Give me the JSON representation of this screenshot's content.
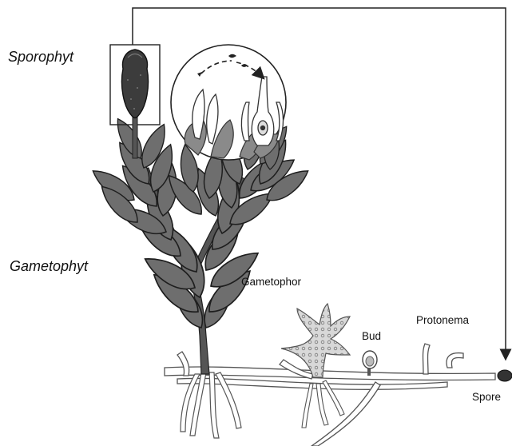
{
  "labels": {
    "sporophyt": "Sporophyt",
    "gametophyt": "Gametophyt",
    "gametophor": "Gametophor",
    "bud": "Bud",
    "protonema": "Protonema",
    "spore": "Spore"
  },
  "colors": {
    "leaf_fill": "#6e6e6e",
    "leaf_stroke": "#1e1e1e",
    "capsule_fill": "#3c3c3c",
    "thread_fill": "#ffffff",
    "thread_stroke": "#555555",
    "line": "#222222"
  }
}
